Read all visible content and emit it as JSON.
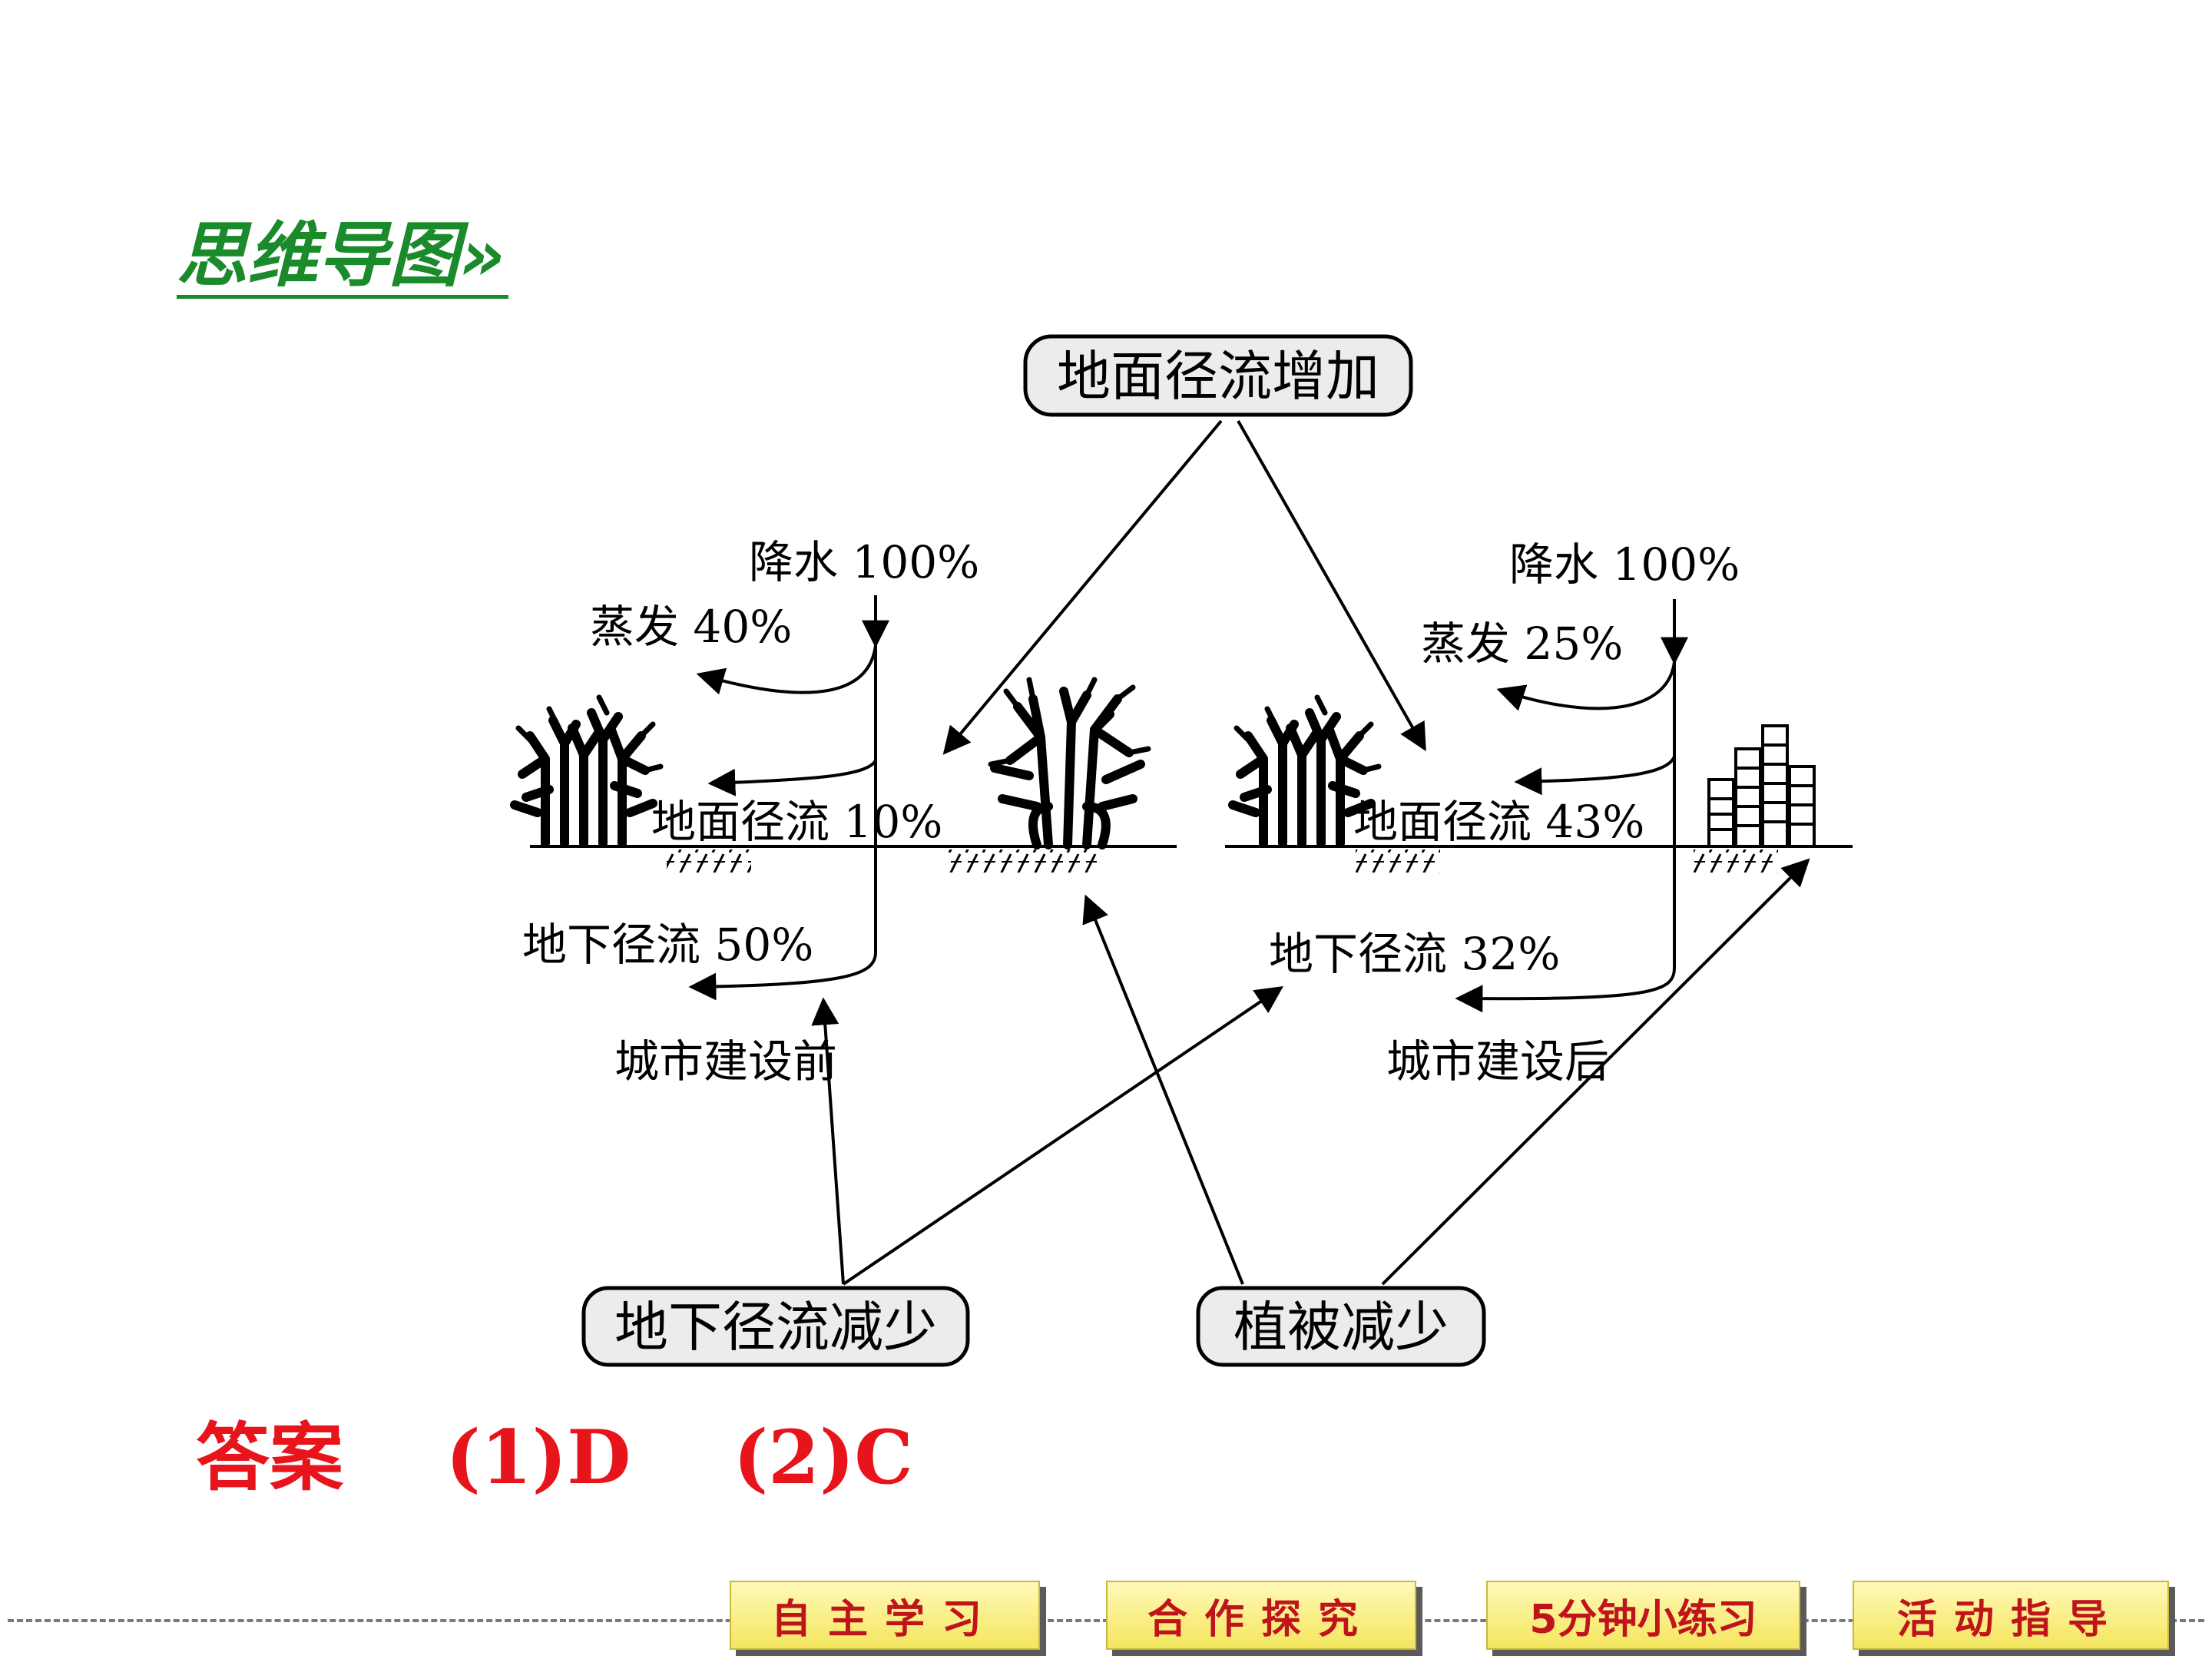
{
  "title": "思维导图»",
  "diagram": {
    "top_box": "地面径流增加",
    "bottom_left_box": "地下径流减少",
    "bottom_right_box": "植被减少",
    "before": {
      "caption": "城市建设前",
      "precipitation": "降水 100%",
      "evaporation": "蒸发 40%",
      "surface_runoff": "地面径流 10%",
      "underground_runoff": "地下径流 50%"
    },
    "after": {
      "caption": "城市建设后",
      "precipitation": "降水 100%",
      "evaporation": "蒸发 25%",
      "surface_runoff": "地面径流 43%",
      "underground_runoff": "地下径流 32%"
    }
  },
  "answer": {
    "label": "答案",
    "part1": "(1)D",
    "part2": "(2)C"
  },
  "nav": [
    {
      "label": "自主学习"
    },
    {
      "label": "合作探究"
    },
    {
      "label": "5分钟小练习"
    },
    {
      "label": "活动指导"
    }
  ]
}
